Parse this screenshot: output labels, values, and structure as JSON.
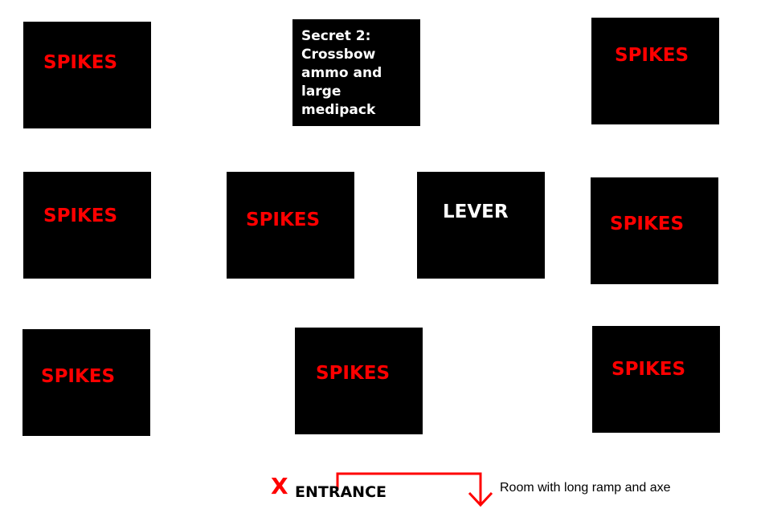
{
  "rooms": [
    {
      "label": "SPIKES",
      "color": "#ff0000"
    },
    {
      "label_lines": [
        "Secret 2:",
        "Crossbow",
        "ammo and",
        "large",
        "medipack"
      ],
      "color": "#ffffff"
    },
    {
      "label": "SPIKES",
      "color": "#ff0000"
    },
    {
      "label": "SPIKES",
      "color": "#ff0000"
    },
    {
      "label": "SPIKES",
      "color": "#ff0000"
    },
    {
      "label": "LEVER",
      "color": "#ffffff"
    },
    {
      "label": "SPIKES",
      "color": "#ff0000"
    },
    {
      "label": "SPIKES",
      "color": "#ff0000"
    },
    {
      "label": "SPIKES",
      "color": "#ff0000"
    },
    {
      "label": "SPIKES",
      "color": "#ff0000"
    }
  ],
  "entrance": {
    "marker": "X",
    "label": "ENTRANCE",
    "marker_color": "#ff0000"
  },
  "exit": {
    "label": "Room with long ramp and axe",
    "arrow_color": "#ff0000"
  }
}
